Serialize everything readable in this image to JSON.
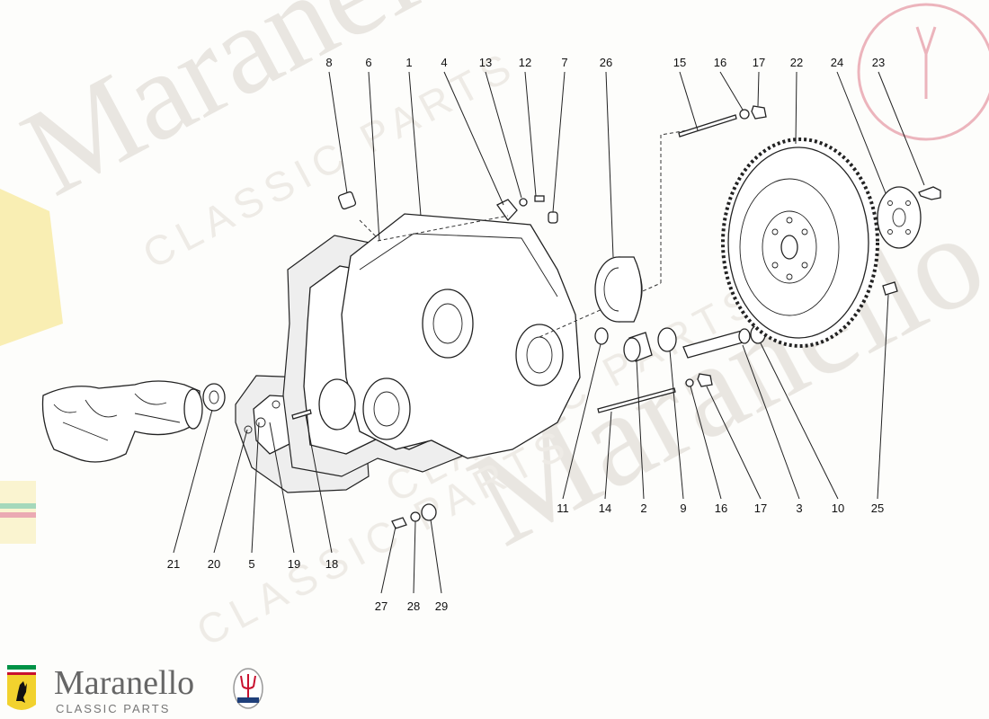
{
  "watermark": {
    "title": "Maranello",
    "subtitle": "CLASSIC PARTS"
  },
  "brand": {
    "name": "Maranello",
    "tagline": "CLASSIC PARTS"
  },
  "callouts": {
    "n1": "1",
    "n2": "2",
    "n3": "3",
    "n4": "4",
    "n5": "5",
    "n6": "6",
    "n7": "7",
    "n8": "8",
    "n9": "9",
    "n10": "10",
    "n11": "11",
    "n12": "12",
    "n13": "13",
    "n14": "14",
    "n15": "15",
    "n16a": "16",
    "n16b": "16",
    "n17a": "17",
    "n17b": "17",
    "n18": "18",
    "n19": "19",
    "n20": "20",
    "n21": "21",
    "n22": "22",
    "n23": "23",
    "n24": "24",
    "n25": "25",
    "n26": "26",
    "n27": "27",
    "n28": "28",
    "n29": "29"
  },
  "colors": {
    "ink": "#222222",
    "watermark": "#d9d4cc",
    "ferrari_yellow": "#f2d22e",
    "ferrari_red": "#c8102e",
    "italian_green": "#009246"
  }
}
